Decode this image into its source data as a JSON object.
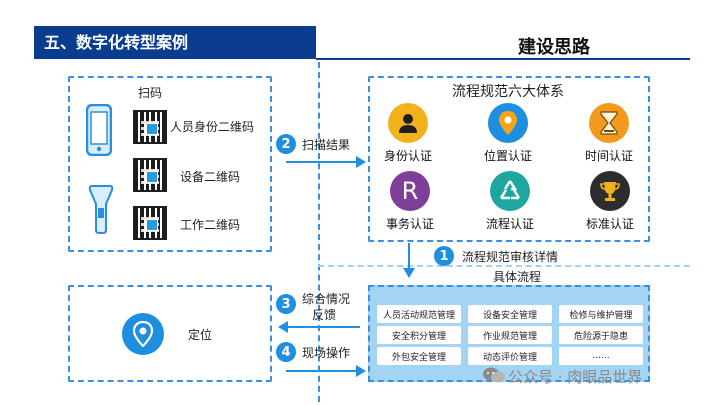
{
  "header": {
    "section_title": "五、数字化转型案例",
    "right_title": "建设思路"
  },
  "scan": {
    "title": "扫码",
    "items": [
      "人员身份二维码",
      "设备二维码",
      "工作二维码"
    ]
  },
  "system": {
    "title": "流程规范六大体系",
    "certs": [
      "身份认证",
      "位置认证",
      "时间认证",
      "事务认证",
      "流程认证",
      "标准认证"
    ]
  },
  "steps": [
    {
      "num": "1",
      "label": "流程规范审核详情"
    },
    {
      "num": "2",
      "label": "扫描结果"
    },
    {
      "num": "3",
      "label": "综合情况反馈",
      "line1": "综合情况",
      "line2": "反馈"
    },
    {
      "num": "4",
      "label": "现场操作"
    }
  ],
  "locate": {
    "label": "定位"
  },
  "process": {
    "title": "具体流程",
    "items": [
      "人员活动规范管理",
      "设备安全管理",
      "检修与维护管理",
      "安全积分管理",
      "作业规范管理",
      "危险源于隐患",
      "外包安全管理",
      "动态评价管理",
      "......"
    ]
  },
  "watermark": "公众号 · 肉眼品世界",
  "colors": {
    "accent": "#0a3d8f",
    "line": "#3a8fe0",
    "badge": "#1f8fe0",
    "panel": "#9fd2f5"
  }
}
